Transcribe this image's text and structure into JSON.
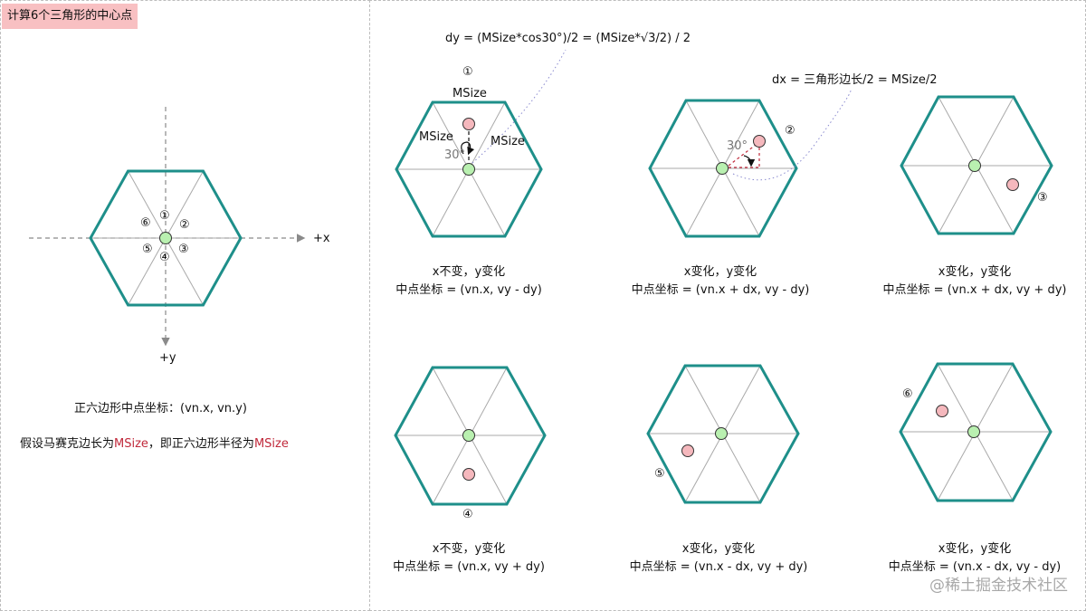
{
  "title": "计算6个三角形的中心点",
  "left_panel": {
    "axis_x_label": "+x",
    "axis_y_label": "+y",
    "region_labels": [
      "①",
      "②",
      "③",
      "④",
      "⑤",
      "⑥"
    ],
    "center_label": "正六边形中点坐标：(vn.x, vn.y)",
    "assumption_prefix": "假设马赛克边长为",
    "assumption_msize1": "MSize",
    "assumption_middle": "，即正六边形半径为",
    "assumption_msize2": "MSize"
  },
  "formulas": {
    "dy": "dy = (MSize*cos30°)/2 = (MSize*√3/2) / 2",
    "dx": "dx = 三角形边长/2 = MSize/2"
  },
  "annotations": {
    "msize_top": "MSize",
    "msize_left": "MSize",
    "msize_right": "MSize",
    "angle1": "30°",
    "angle2": "30°"
  },
  "cases": [
    {
      "label": "①",
      "line1": "x不变，y变化",
      "line2": "中点坐标 =  (vn.x, vy - dy)"
    },
    {
      "label": "②",
      "line1": "x变化，y变化",
      "line2": "中点坐标 =  (vn.x + dx, vy - dy)"
    },
    {
      "label": "③",
      "line1": "x变化，y变化",
      "line2": "中点坐标 =  (vn.x + dx, vy + dy)"
    },
    {
      "label": "④",
      "line1": "x不变，y变化",
      "line2": "中点坐标 =  (vn.x, vy + dy)"
    },
    {
      "label": "⑤",
      "line1": "x变化，y变化",
      "line2": "中点坐标 =  (vn.x - dx, vy + dy)"
    },
    {
      "label": "⑥",
      "line1": "x变化，y变化",
      "line2": "中点坐标 =  (vn.x - dx, vy - dy)"
    }
  ],
  "watermark": "@稀土掘金技术社区",
  "colors": {
    "hex_border": "#1e8f8a",
    "spoke": "#a9a9a9",
    "center_fill": "#b9f0b0",
    "point_fill": "#f5b8bd",
    "title_bg": "#f8c0c2",
    "accent_red": "#c0283a"
  }
}
